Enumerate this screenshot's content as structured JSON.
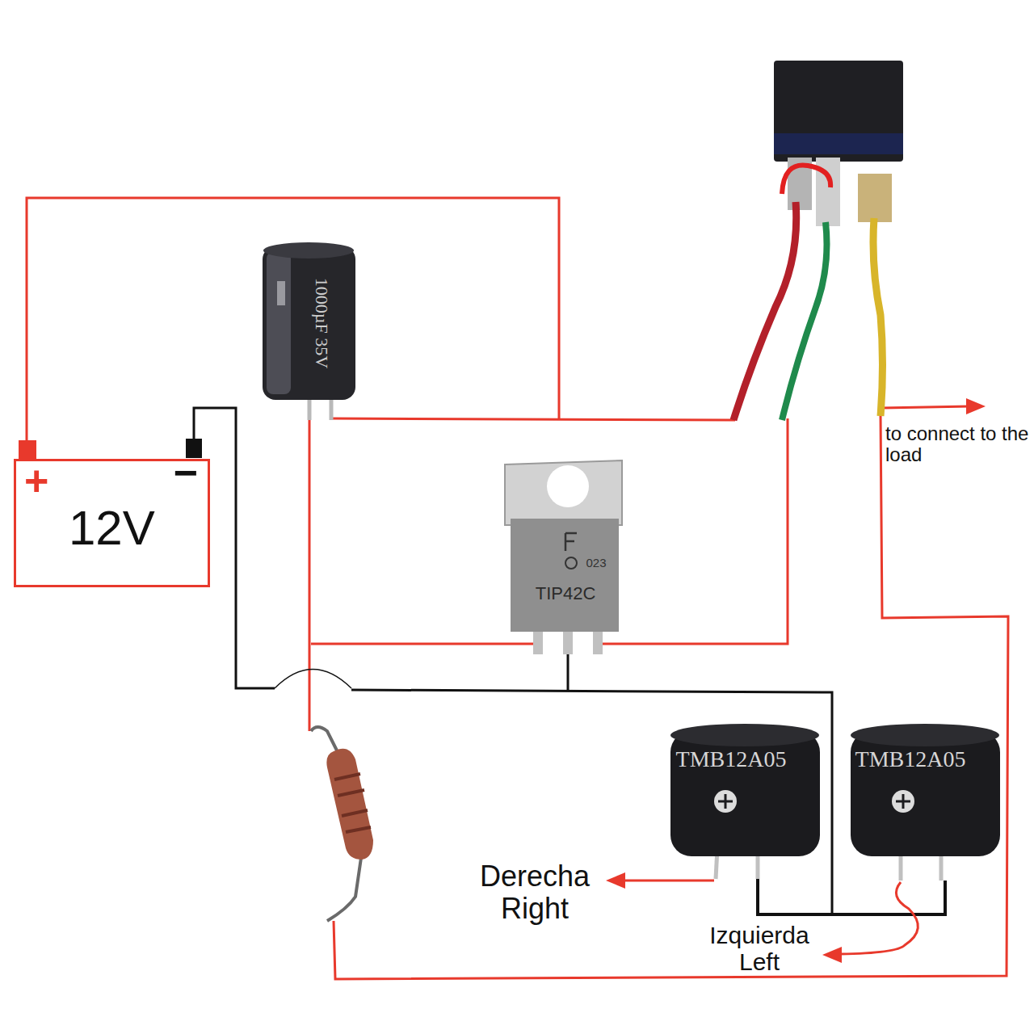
{
  "diagram": {
    "nodes": [
      {
        "text": [
          "+",
          "−",
          "12V"
        ]
      }
    ],
    "labels": [
      "1000µF 35V",
      "023",
      "TIP42C",
      "to connect to the load",
      "TMB12A05",
      "TMB12A05",
      "Derecha Right",
      "Izquierda Left"
    ]
  }
}
